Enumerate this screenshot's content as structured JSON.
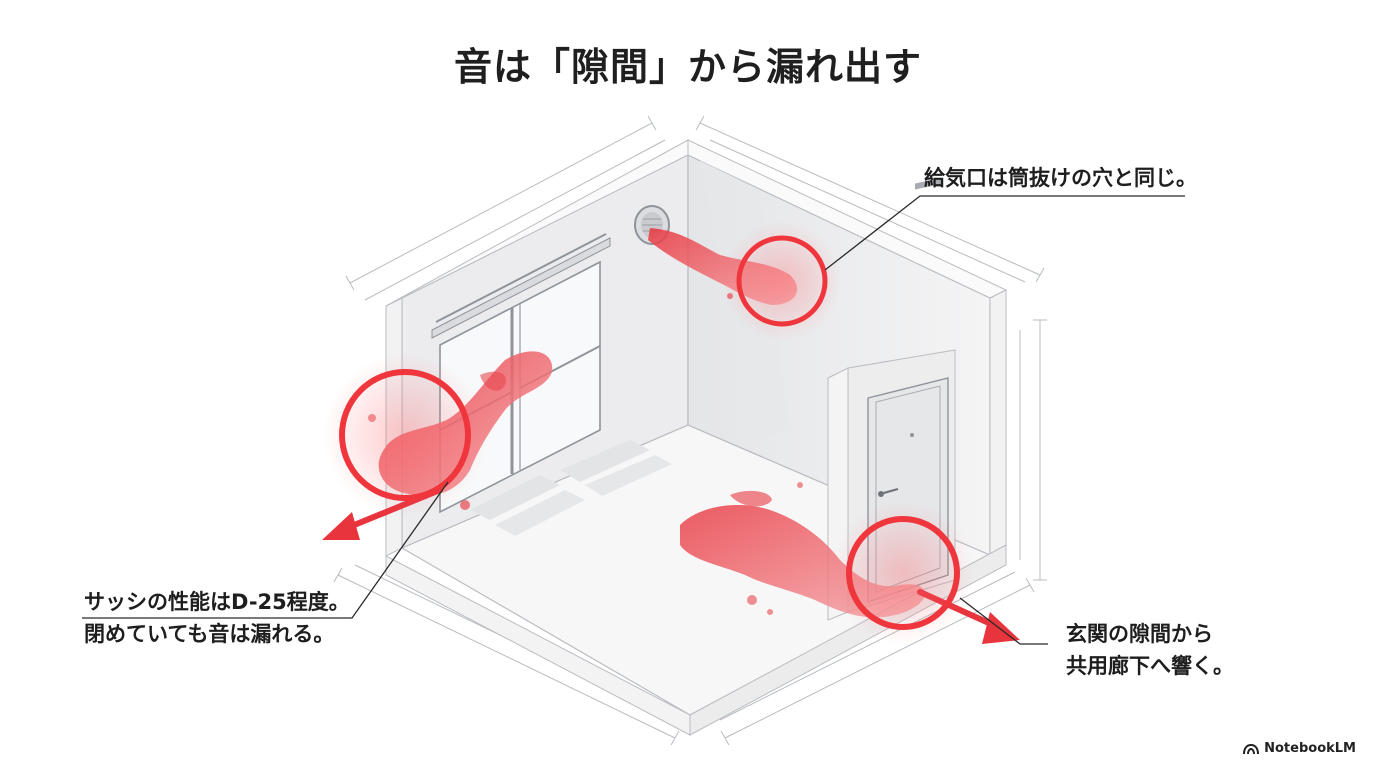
{
  "title": "音は「隙間」から漏れ出す",
  "callouts": {
    "vent": [
      "給気口は筒抜けの穴と同じ。"
    ],
    "sash": [
      "サッシの性能はD-25程度。",
      "閉めていても音は漏れる。"
    ],
    "door": [
      "玄関の隙間から",
      "共用廊下へ響く。"
    ]
  },
  "brand": {
    "name": "NotebookLM",
    "icon": "notebooklm-logo-icon"
  },
  "colors": {
    "leak": "#e8484f",
    "ring": "#f0363d",
    "line": "#2a2a2a",
    "wall": "#eeeeef",
    "floor": "#f7f7f8"
  },
  "icons": [
    "air-vent-icon",
    "sliding-window-icon",
    "entrance-door-icon",
    "leak-arrow-icon"
  ]
}
